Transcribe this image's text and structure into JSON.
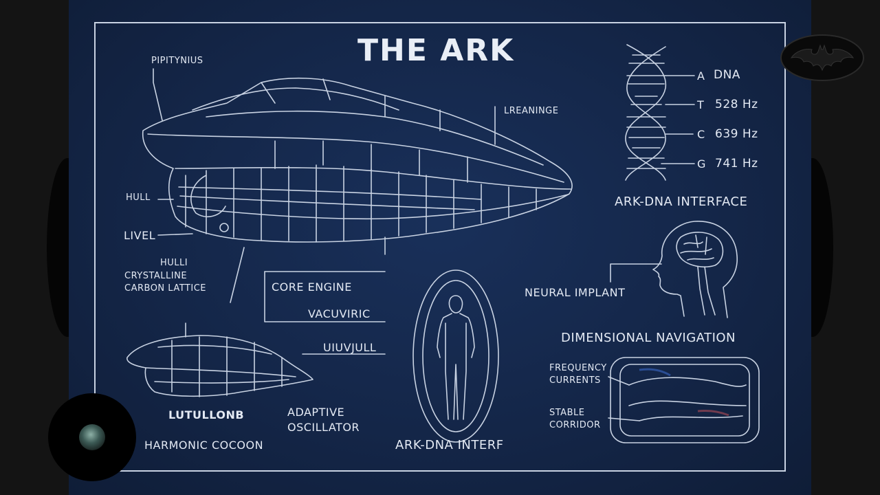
{
  "title": "THE ARK",
  "ship_labels": {
    "pipitynius": "PIPITYNIUS",
    "leaninge": "LREANINGE",
    "hull": "HULL",
    "livel": "LIVEL",
    "hulli": "HULLI",
    "crystalline_1": "CRYSTALLINE",
    "crystalline_2": "CARBON LATTICE",
    "core_engine": "CORE ENGINE",
    "vacuviric": "VACUVIRIC",
    "glyphs": "UIUVJULL",
    "lutullonb": "LUTULLONB",
    "adaptive_1": "ADAPTIVE",
    "adaptive_2": "OSCILLATOR",
    "harmonic": "HARMONIC COCOON"
  },
  "dna": {
    "rows": [
      {
        "key": "A",
        "value": "DNA"
      },
      {
        "key": "T",
        "value": "528 Hz"
      },
      {
        "key": "C",
        "value": "639 Hz"
      },
      {
        "key": "G",
        "value": "741 Hz"
      }
    ],
    "caption": "ARK-DNA INTERFACE"
  },
  "neural": {
    "implant": "NEURAL IMPLANT",
    "caption": "DIMENSIONAL NAVIGATION"
  },
  "corridor": {
    "freq_1": "FREQUENCY",
    "freq_2": "CURRENTS",
    "stable_1": "STABLE",
    "stable_2": "CORRIDOR"
  },
  "cocoon_caption": "ARK-DNA INTERF",
  "colors": {
    "board": "#132444",
    "line": "#c9d3e3",
    "text": "#e4eaf4"
  }
}
